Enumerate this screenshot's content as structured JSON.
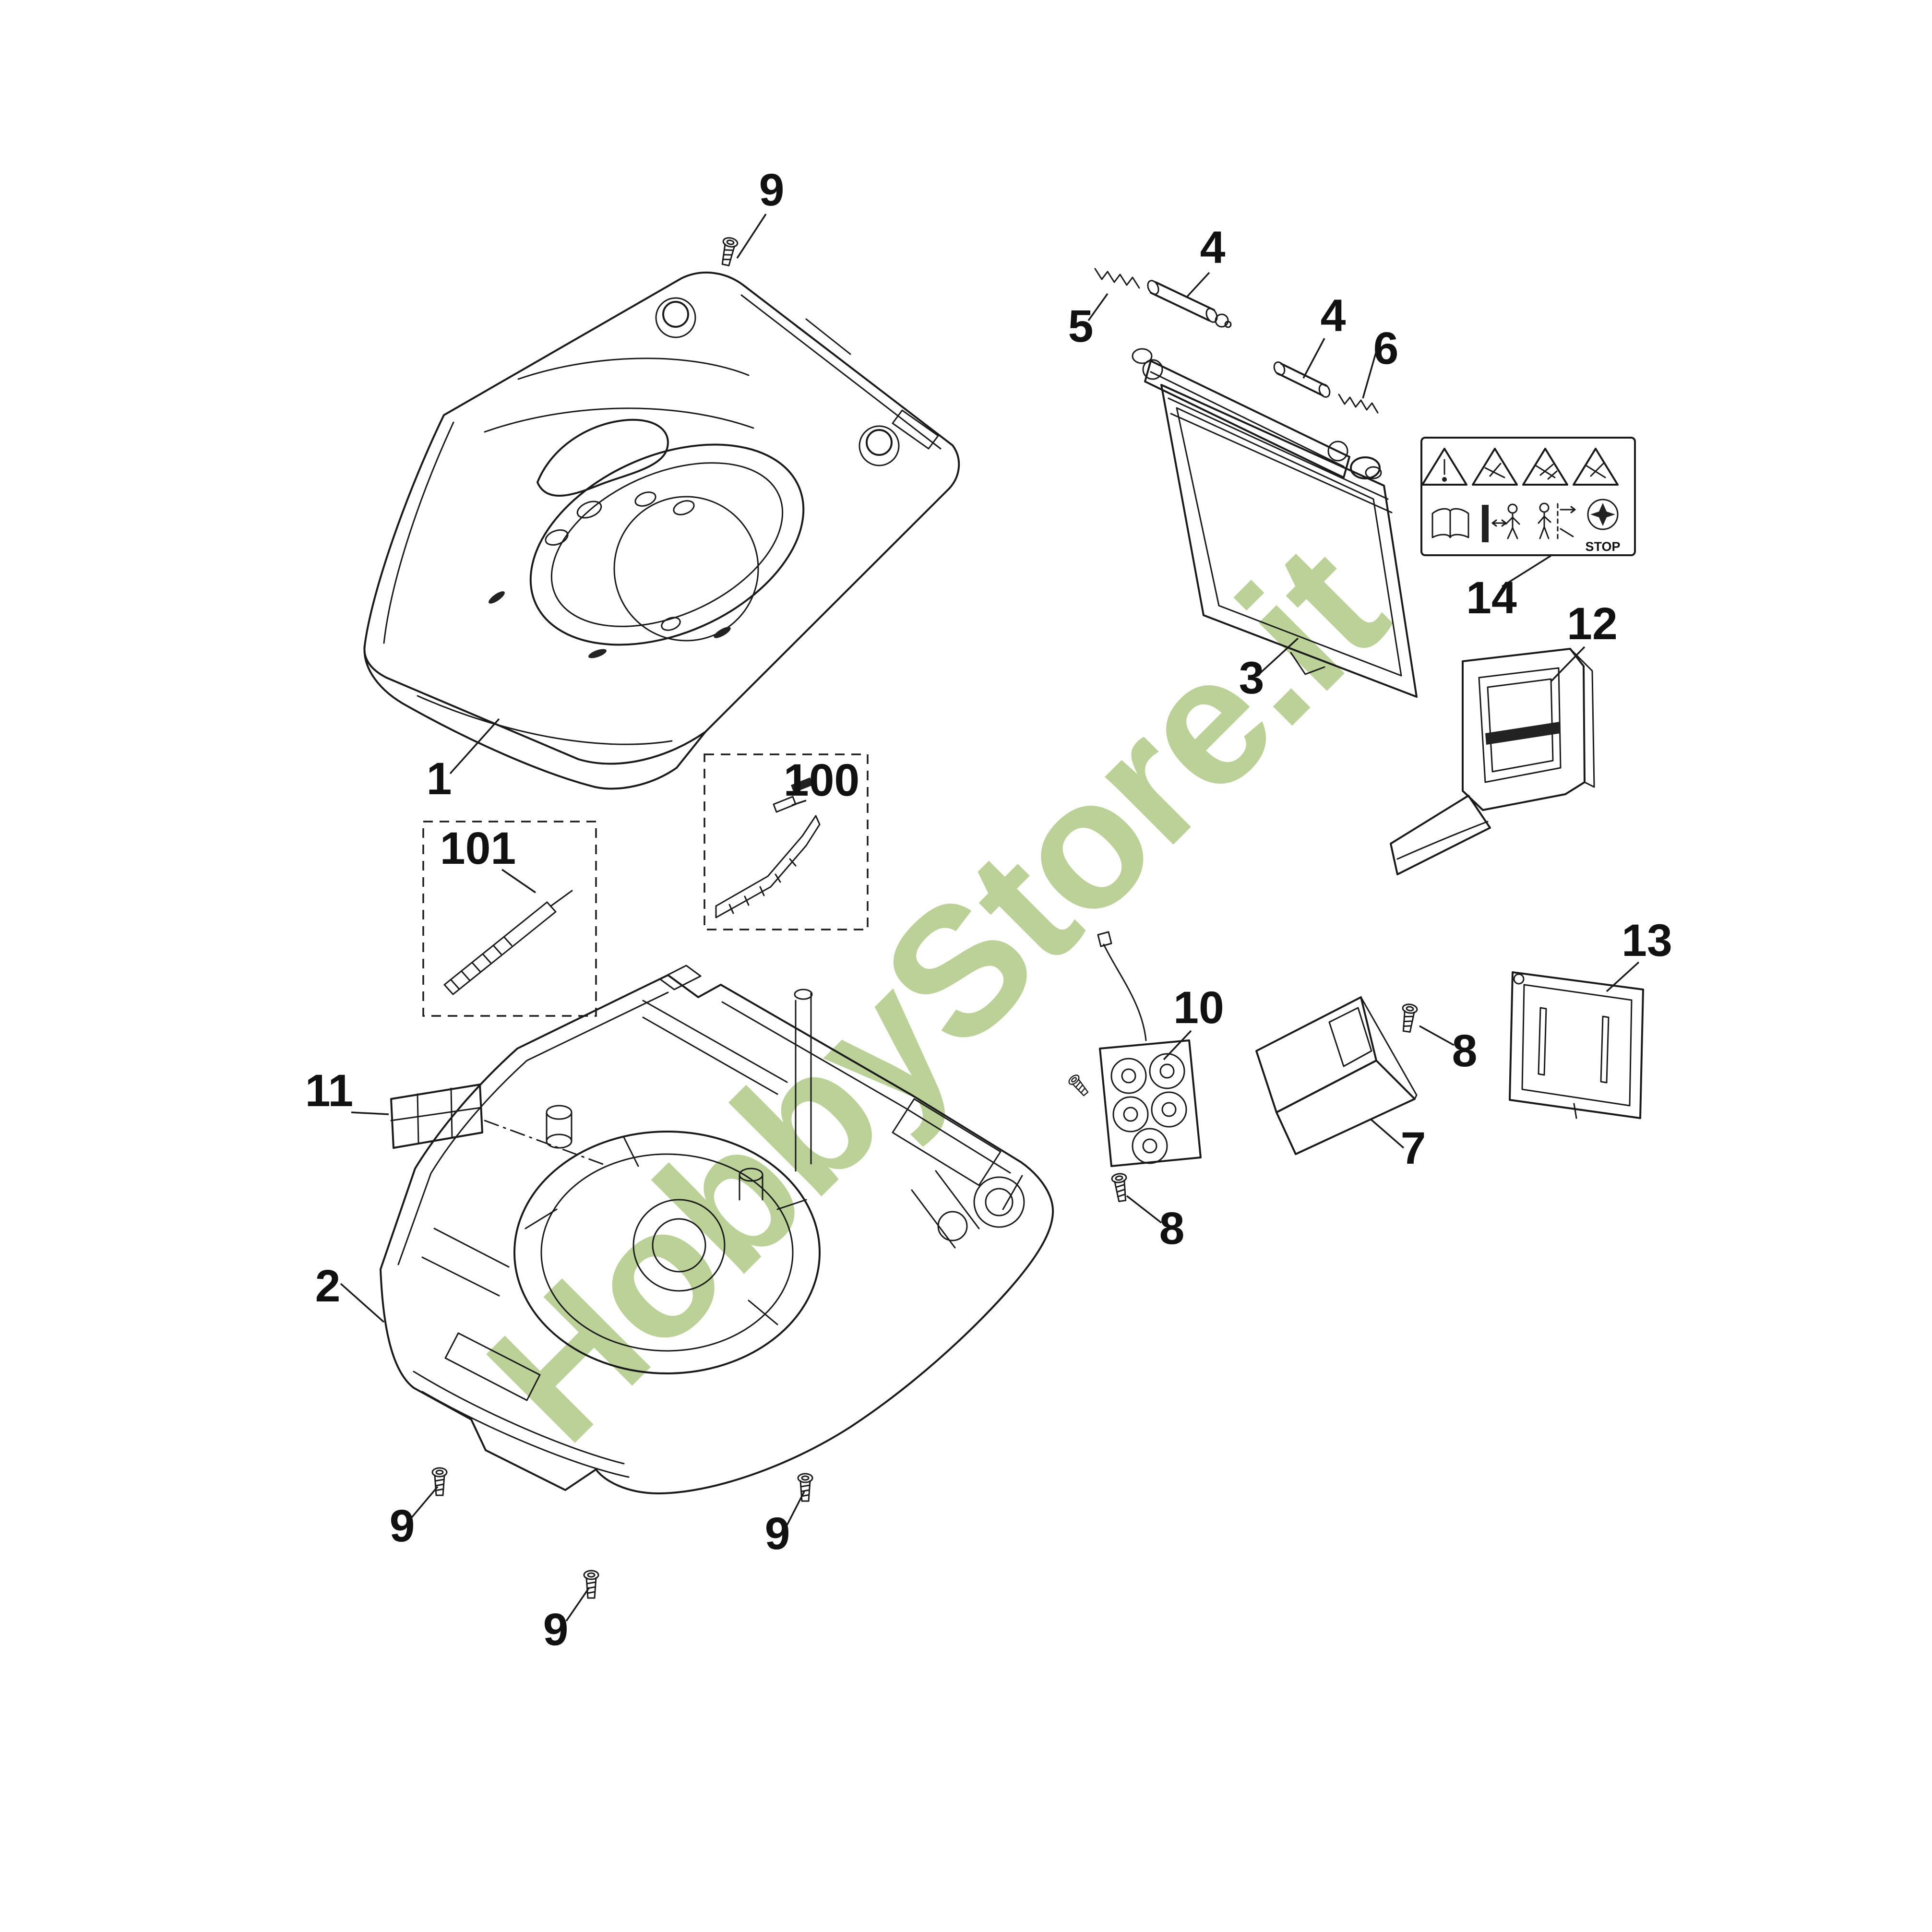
{
  "watermark": {
    "text": "HobbyStore.it",
    "color": "#b6ce90"
  },
  "diagram": {
    "background": "#ffffff",
    "line_color": "#1a1a1a"
  },
  "warning_label": {
    "stop_text": "STOP"
  },
  "callouts": [
    {
      "label": "1",
      "ref": "top-cover"
    },
    {
      "label": "2",
      "ref": "lower-housing"
    },
    {
      "label": "3",
      "ref": "rear-flap"
    },
    {
      "label": "4",
      "ref": "hinge-pin-left"
    },
    {
      "label": "4",
      "ref": "hinge-pin-right"
    },
    {
      "label": "5",
      "ref": "spring-left"
    },
    {
      "label": "6",
      "ref": "spring-right"
    },
    {
      "label": "7",
      "ref": "deflector-wedge"
    },
    {
      "label": "8",
      "ref": "screw-right"
    },
    {
      "label": "8",
      "ref": "screw-lower"
    },
    {
      "label": "9",
      "ref": "screw-top"
    },
    {
      "label": "9",
      "ref": "screw-bottom-left"
    },
    {
      "label": "9",
      "ref": "screw-bottom-middle"
    },
    {
      "label": "9",
      "ref": "screw-bottom-center"
    },
    {
      "label": "10",
      "ref": "cable-assembly"
    },
    {
      "label": "11",
      "ref": "clip"
    },
    {
      "label": "12",
      "ref": "discharge-chute"
    },
    {
      "label": "13",
      "ref": "cover-plate"
    },
    {
      "label": "14",
      "ref": "warning-sticker"
    },
    {
      "label": "100",
      "ref": "small-parts-kit"
    },
    {
      "label": "101",
      "ref": "scraper-strip-kit"
    }
  ]
}
